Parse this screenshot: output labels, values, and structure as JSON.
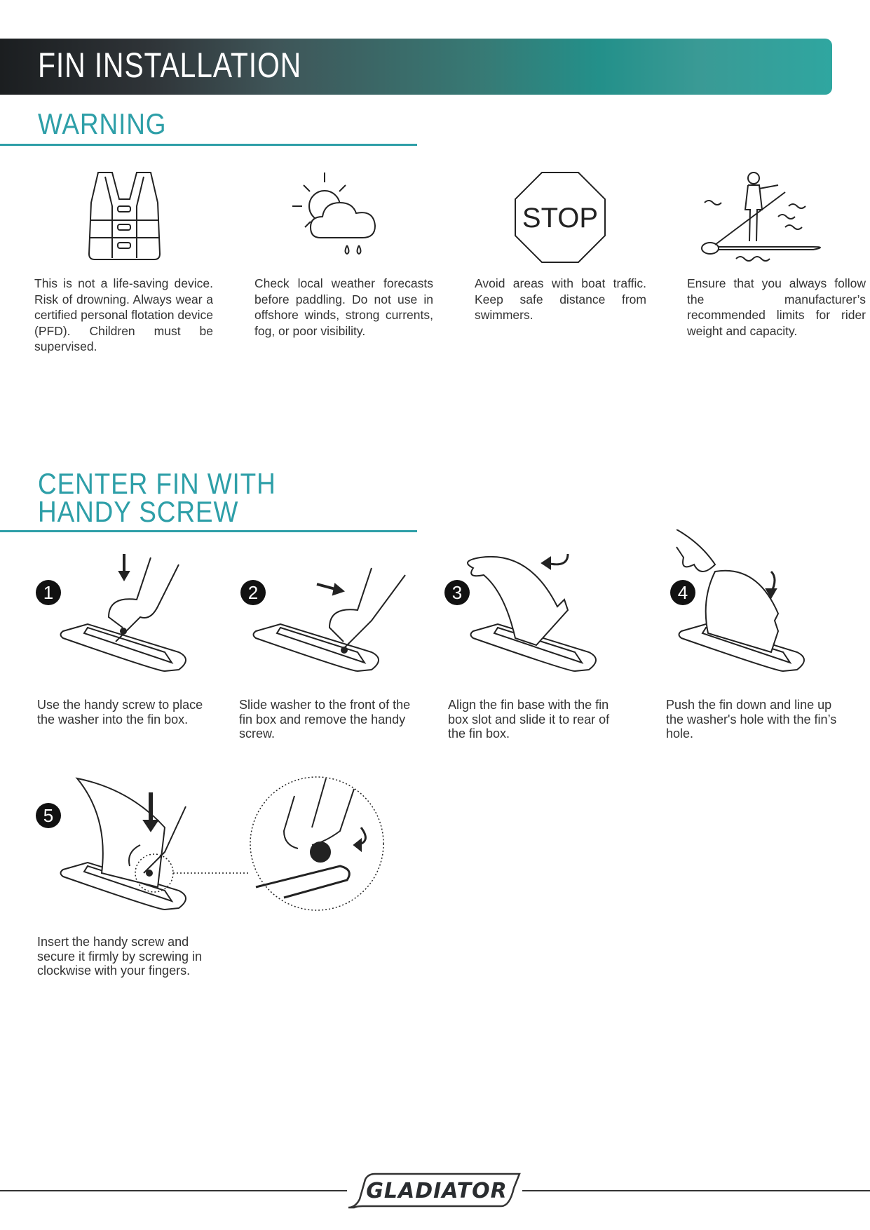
{
  "header": {
    "title": "FIN INSTALLATION"
  },
  "warning": {
    "title": "WARNING",
    "items": [
      {
        "icon": "life-vest-icon",
        "text": "This is not a life-saving device. Risk of drowning. Always wear a certified personal flotation device (PFD). Children must be supervised."
      },
      {
        "icon": "weather-icon",
        "text": "Check local weather forecasts before paddling. Do not use in offshore winds, strong currents, fog, or poor visibility."
      },
      {
        "icon": "stop-sign-icon",
        "icon_text": "STOP",
        "text": "Avoid areas with boat traffic. Keep safe distance from swimmers."
      },
      {
        "icon": "paddleboarder-icon",
        "text": "Ensure that you always follow the manufacturer’s recommended limits for rider weight and capacity."
      }
    ]
  },
  "center_fin": {
    "title_line1": "CENTER FIN WITH",
    "title_line2": "HANDY SCREW",
    "steps": [
      {
        "number": "1",
        "text": "Use the handy screw to place the washer into the fin box."
      },
      {
        "number": "2",
        "text": "Slide washer to the front of the fin box and remove the handy screw."
      },
      {
        "number": "3",
        "text": "Align the fin base with the fin box slot and slide it to rear of the fin box."
      },
      {
        "number": "4",
        "text": "Push the fin down and line up the washer's hole with the fin’s hole."
      },
      {
        "number": "5",
        "text": "Insert the handy screw and secure it firmly by screwing in clockwise with your fingers."
      }
    ]
  },
  "footer": {
    "logo": "GLADIATOR"
  },
  "colors": {
    "accent": "#2e9fa8",
    "dark": "#1b1e20"
  }
}
